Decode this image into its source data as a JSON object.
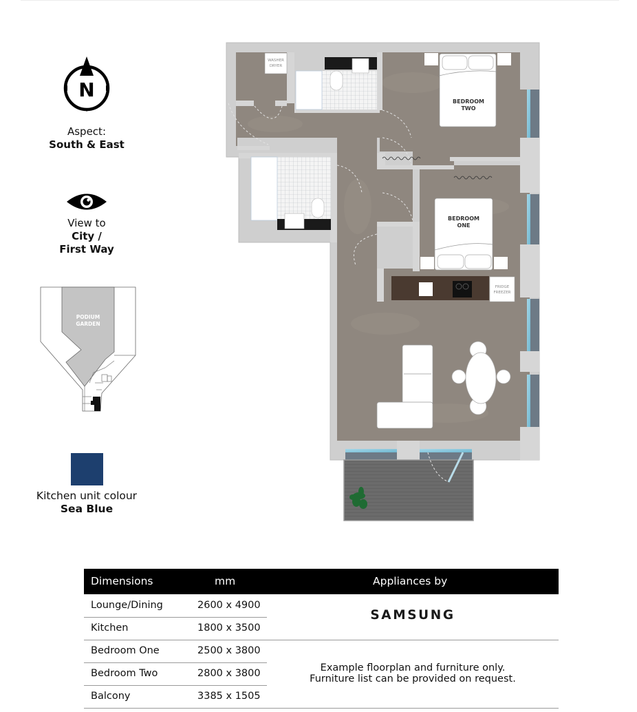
{
  "orientation": {
    "compass_icon": "north-compass-icon",
    "compass_letter": "N",
    "aspect_label": "Aspect:",
    "aspect_value": "South & East"
  },
  "view": {
    "icon": "eye-icon",
    "label": "View to",
    "value_line1": "City /",
    "value_line2": "First Way"
  },
  "keyplan": {
    "garden_line1": "PODIUM",
    "garden_line2": "GARDEN"
  },
  "kitchen_colour": {
    "swatch_color": "#1d3f6e",
    "label": "Kitchen unit colour",
    "value": "Sea Blue"
  },
  "floorplan": {
    "rooms": {
      "bedroom_two_line1": "BEDROOM",
      "bedroom_two_line2": "TWO",
      "bedroom_one_line1": "BEDROOM",
      "bedroom_one_line2": "ONE"
    },
    "appliances": {
      "washer_line1": "WASHER",
      "washer_line2": "DRYER",
      "fridge_line1": "FRIDGE",
      "fridge_line2": "FREEZER"
    },
    "colors": {
      "floor": "#8f877f",
      "wall": "#cfcfcf",
      "window": "#8fcbe0",
      "balcony": "#6e6e6e",
      "worktop": "#4a3a30"
    }
  },
  "dimensions_table": {
    "headers": {
      "room": "Dimensions",
      "unit": "mm",
      "appliances": "Appliances by"
    },
    "rows": [
      {
        "room": "Lounge/Dining",
        "size": "2600 x 4900"
      },
      {
        "room": "Kitchen",
        "size": "1800 x 3500"
      },
      {
        "room": "Bedroom One",
        "size": "2500 x 3800"
      },
      {
        "room": "Bedroom Two",
        "size": "2800 x 3800"
      },
      {
        "room": "Balcony",
        "size": "3385 x 1505"
      }
    ],
    "appliance_brand": "SAMSUNG",
    "note_line1": "Example floorplan and furniture only.",
    "note_line2": "Furniture list can be provided on request."
  }
}
